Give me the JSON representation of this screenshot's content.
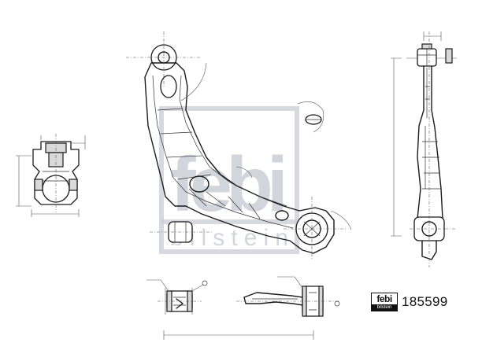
{
  "watermark": {
    "brand_top": "febi",
    "brand_bottom": "bilstein"
  },
  "badge": {
    "brand_top": "febi",
    "brand_bottom": "bilstein"
  },
  "part_number": "185599",
  "colors": {
    "line": "#1a1a1a",
    "watermark": "#c8ccd4",
    "badge_bg": "#111111"
  }
}
